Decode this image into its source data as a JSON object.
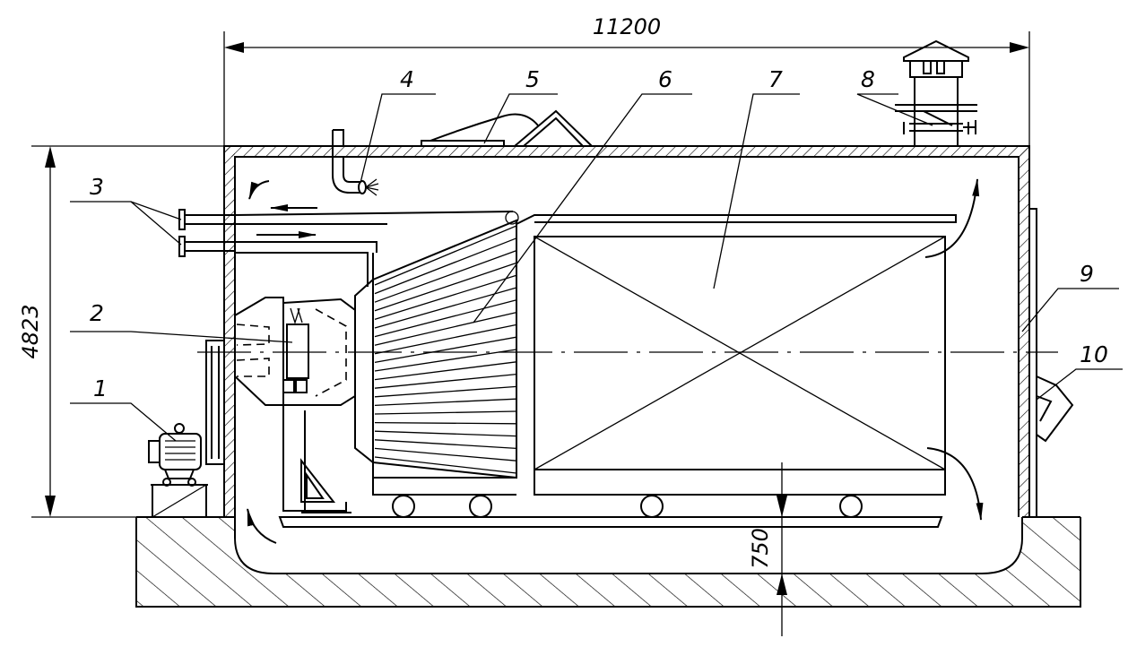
{
  "dimensions": {
    "overall_length": "11200",
    "overall_height": "4823",
    "clearance": "750"
  },
  "callouts": {
    "c1": "1",
    "c2": "2",
    "c3": "3",
    "c4": "4",
    "c5": "5",
    "c6": "6",
    "c7": "7",
    "c8": "8",
    "c9": "9",
    "c10": "10"
  }
}
